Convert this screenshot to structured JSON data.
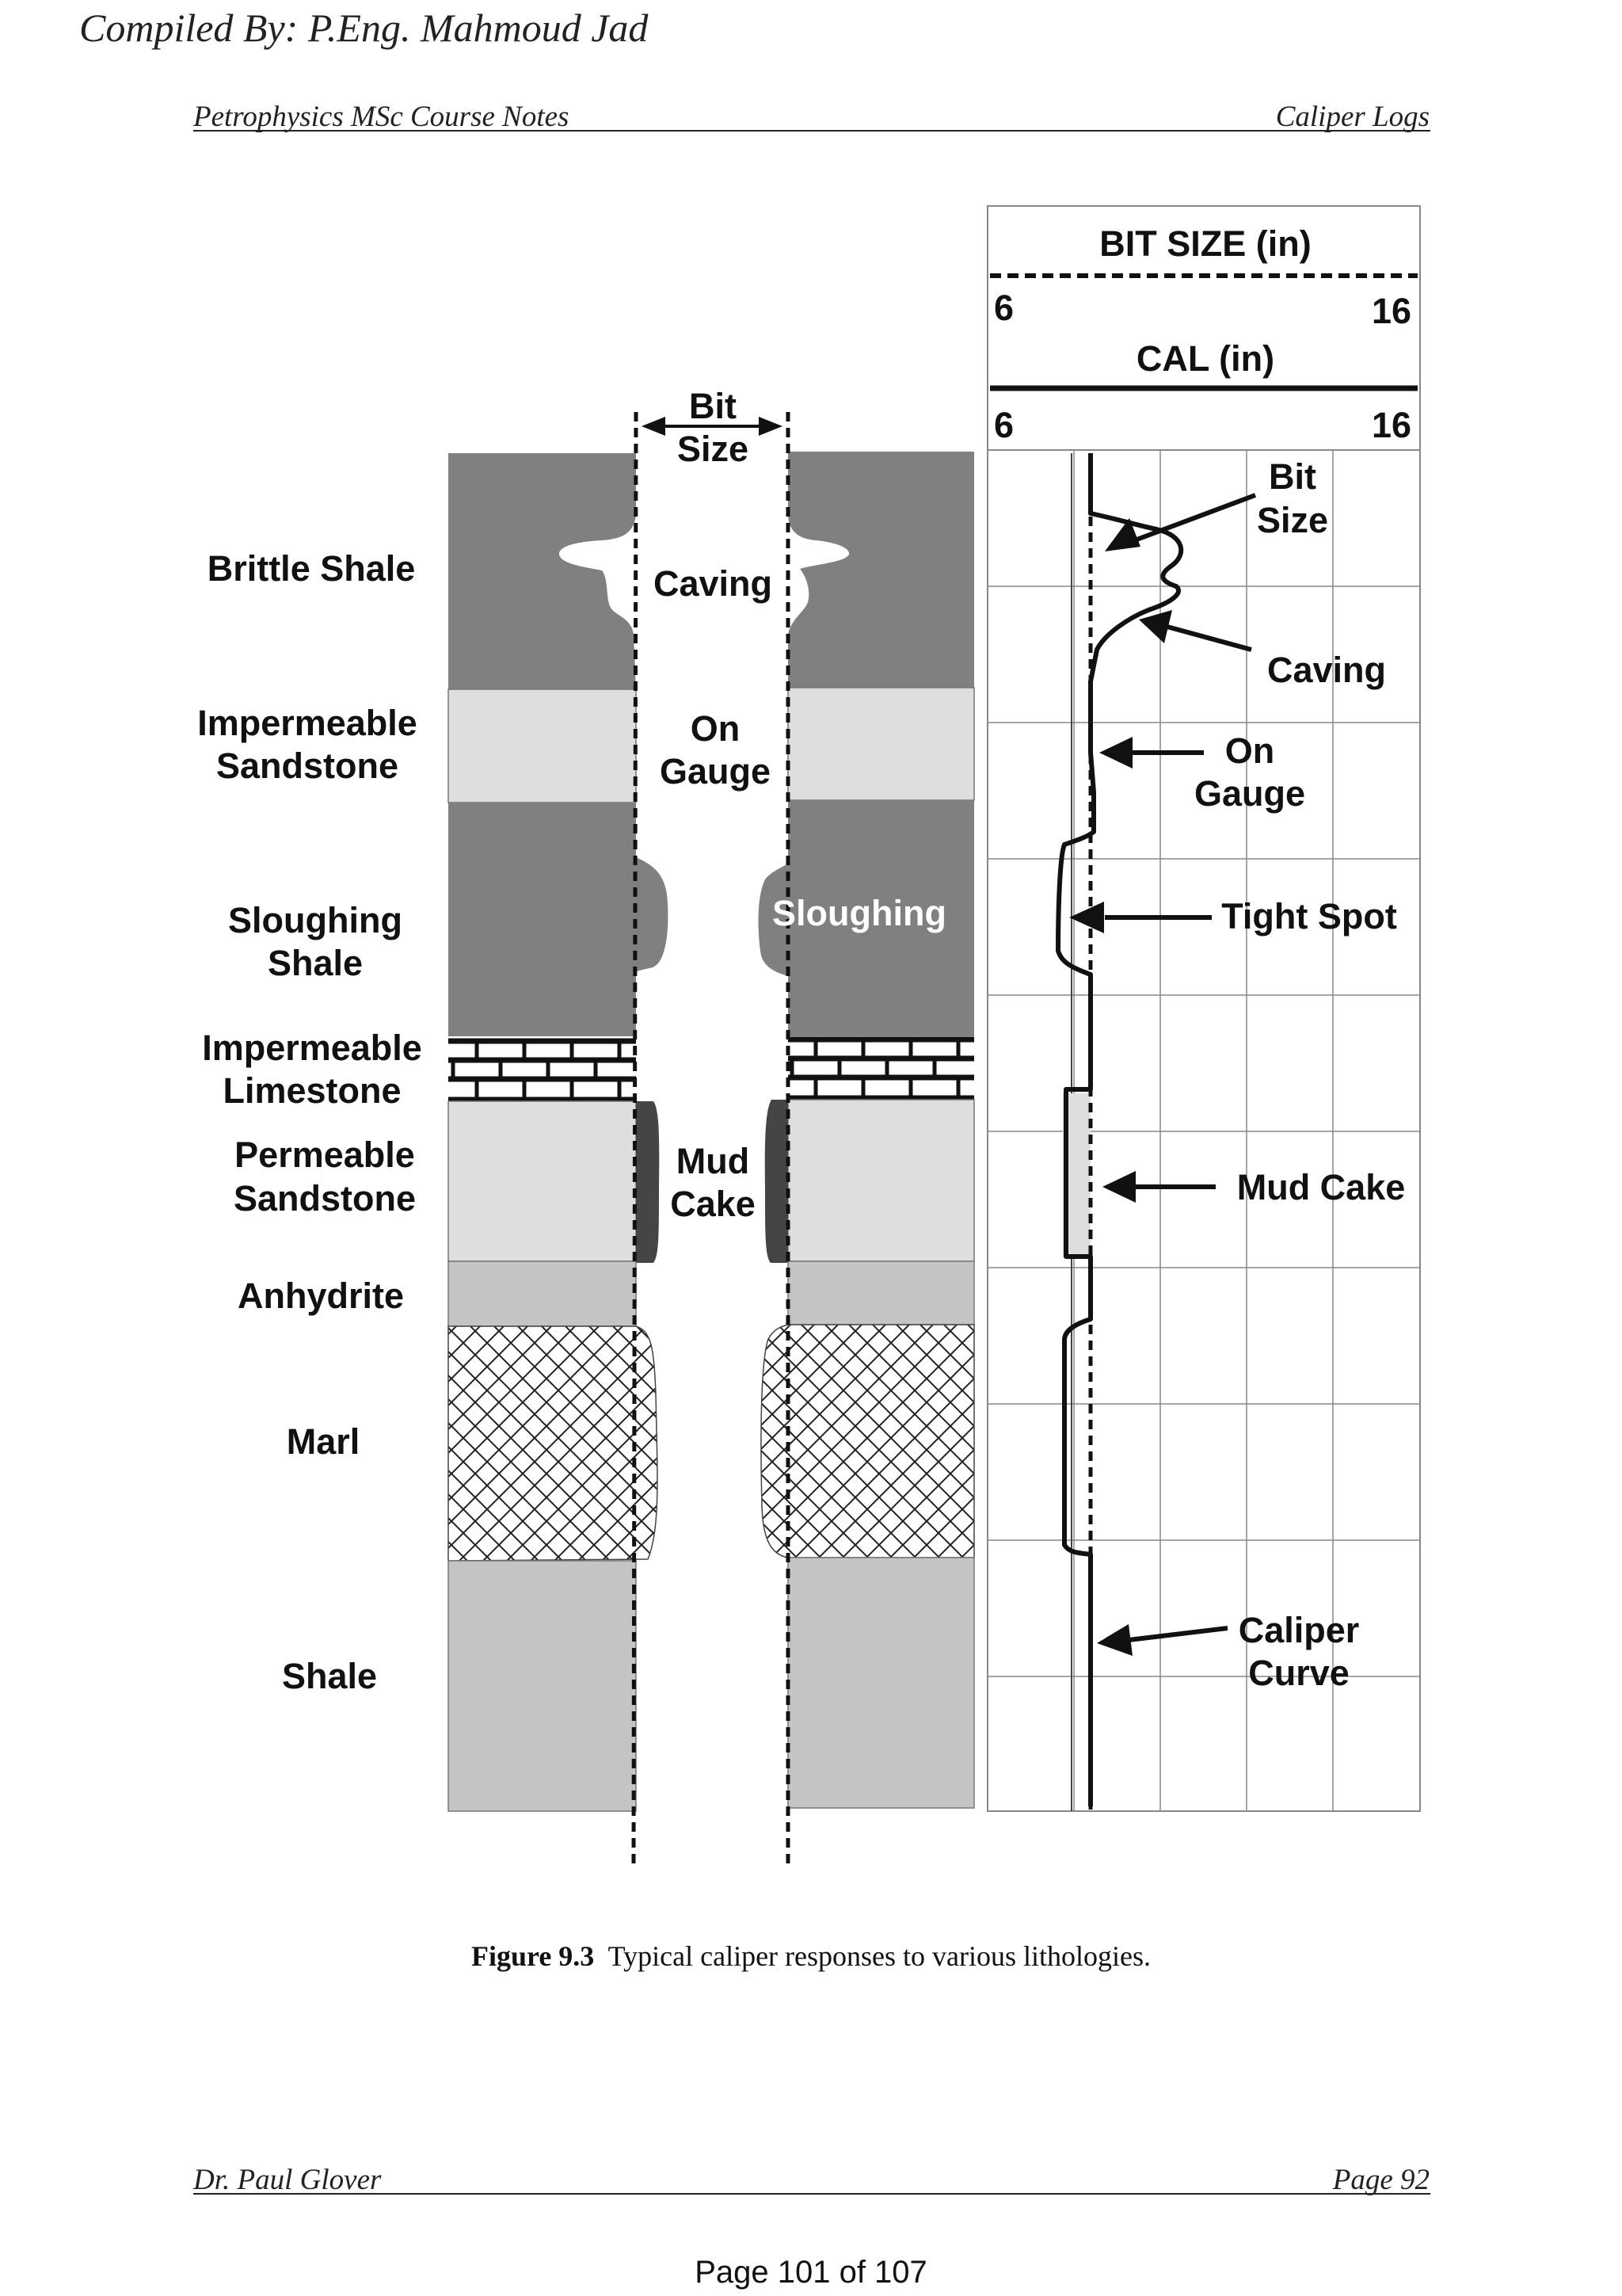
{
  "page": {
    "compiled_by": "Compiled By: P.Eng. Mahmoud Jad",
    "header_left": "Petrophysics MSc Course Notes",
    "header_right": "Caliper Logs",
    "footer_left": "Dr. Paul Glover",
    "footer_right": "Page 92",
    "page_count": "Page 101 of 107"
  },
  "caption": {
    "number": "Figure 9.3",
    "text": "Typical caliper responses to various lithologies."
  },
  "figure": {
    "lithology_labels": {
      "brittle_shale": "Brittle Shale",
      "impermeable_sandstone_1": "Impermeable",
      "impermeable_sandstone_2": "Sandstone",
      "sloughing_shale_1": "Sloughing",
      "sloughing_shale_2": "Shale",
      "impermeable_limestone_1": "Impermeable",
      "impermeable_limestone_2": "Limestone",
      "permeable_sandstone_1": "Permeable",
      "permeable_sandstone_2": "Sandstone",
      "anhydrite": "Anhydrite",
      "marl": "Marl",
      "shale": "Shale"
    },
    "borehole_labels": {
      "bit_1": "Bit",
      "bit_2": "Size",
      "caving": "Caving",
      "on_gauge_1": "On",
      "on_gauge_2": "Gauge",
      "sloughing": "Sloughing",
      "mud_cake_1": "Mud",
      "mud_cake_2": "Cake"
    },
    "track_header": {
      "bit_size_title": "BIT SIZE (in)",
      "bit_size_min": "6",
      "bit_size_max": "16",
      "cal_title": "CAL (in)",
      "cal_min": "6",
      "cal_max": "16"
    },
    "log_annotations": {
      "bit_size_1": "Bit",
      "bit_size_2": "Size",
      "caving": "Caving",
      "on_gauge_1": "On",
      "on_gauge_2": "Gauge",
      "tight_spot": "Tight Spot",
      "mud_cake": "Mud Cake",
      "caliper_1": "Caliper",
      "caliper_2": "Curve"
    },
    "colors": {
      "dark_shale": "#808080",
      "light_sand": "#dedede",
      "anhydrite": "#c4c4c4",
      "shale": "#c4c4c4",
      "mud_cake": "#454545"
    }
  }
}
